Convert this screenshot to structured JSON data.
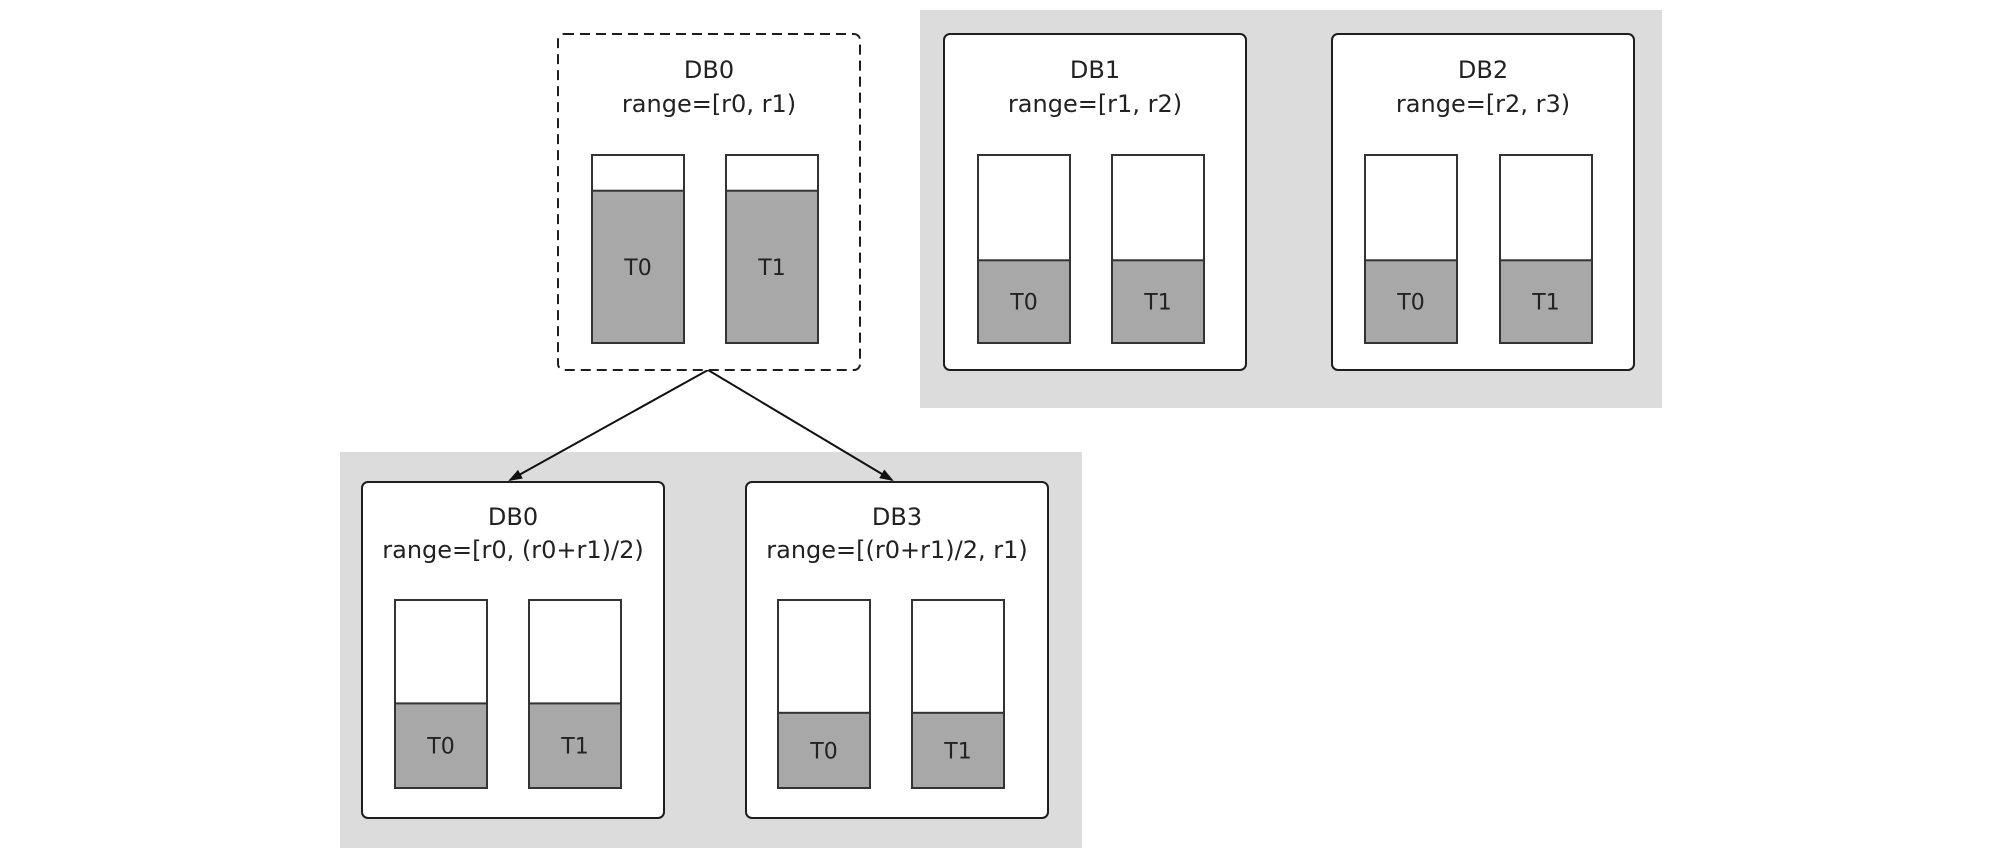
{
  "diagram": {
    "source": {
      "name": "DB0",
      "range": "range=[r0, r1)",
      "tables": [
        {
          "label": "T0",
          "fill_fraction": 0.81
        },
        {
          "label": "T1",
          "fill_fraction": 0.81
        }
      ]
    },
    "existing": [
      {
        "name": "DB1",
        "range": "range=[r1, r2)",
        "tables": [
          {
            "label": "T0",
            "fill_fraction": 0.44
          },
          {
            "label": "T1",
            "fill_fraction": 0.44
          }
        ]
      },
      {
        "name": "DB2",
        "range": "range=[r2, r3)",
        "tables": [
          {
            "label": "T0",
            "fill_fraction": 0.44
          },
          {
            "label": "T1",
            "fill_fraction": 0.44
          }
        ]
      }
    ],
    "split": [
      {
        "name": "DB0",
        "range": "range=[r0, (r0+r1)/2)",
        "tables": [
          {
            "label": "T0",
            "fill_fraction": 0.45
          },
          {
            "label": "T1",
            "fill_fraction": 0.45
          }
        ]
      },
      {
        "name": "DB3",
        "range": "range=[(r0+r1)/2, r1)",
        "tables": [
          {
            "label": "T0",
            "fill_fraction": 0.4
          },
          {
            "label": "T1",
            "fill_fraction": 0.4
          }
        ]
      }
    ],
    "colors": {
      "panel_background": "#dcdcdc",
      "table_fill": "#a8a8a8",
      "border": "#1e1e1e"
    }
  }
}
